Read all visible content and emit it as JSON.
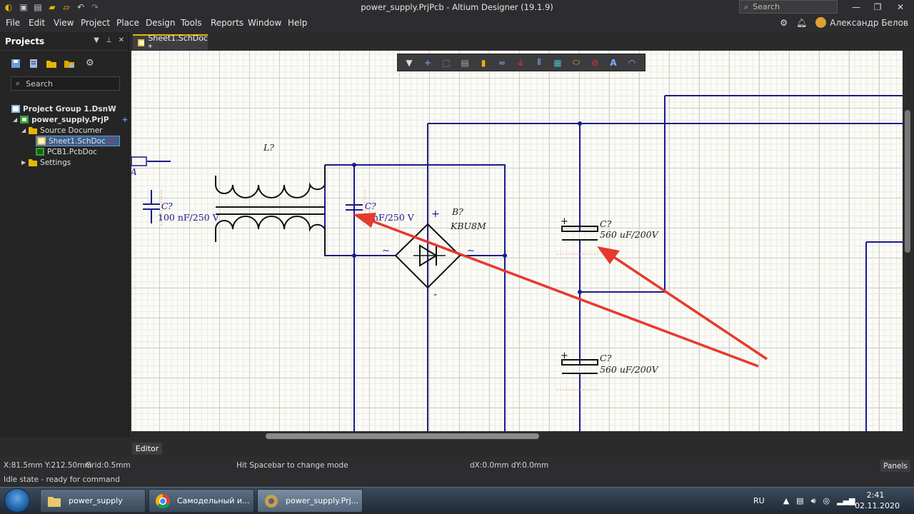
{
  "window": {
    "title": "power_supply.PrjPcb - Altium Designer (19.1.9)",
    "search_placeholder": "Search"
  },
  "menu": [
    "File",
    "Edit",
    "View",
    "Project",
    "Place",
    "Design",
    "Tools",
    "Reports",
    "Window",
    "Help"
  ],
  "user": {
    "name": "Александр Белов"
  },
  "projects_panel": {
    "title": "Projects",
    "search_placeholder": "Search",
    "tree": [
      {
        "label": "Project Group 1.DsnW",
        "level": 0
      },
      {
        "label": "power_supply.PrjP",
        "level": 1
      },
      {
        "label": "Source Documer",
        "level": 2
      },
      {
        "label": "Sheet1.SchDoc",
        "level": 3,
        "selected": true
      },
      {
        "label": "PCB1.PcbDoc",
        "level": 3
      },
      {
        "label": "Settings",
        "level": 2
      }
    ]
  },
  "doc_tab": {
    "label": "Sheet1.SchDoc *"
  },
  "schematic": {
    "labels": {
      "inductor": "L?",
      "cap1_ref": "C?",
      "cap1_val": "100 nF/250 V",
      "cap2_ref": "C?",
      "cap2_val": "nF/250 V",
      "bridge_ref": "B?",
      "bridge_val": "KBU8M",
      "cap3_ref": "C?",
      "cap3_val": "560 uF/200V",
      "cap4_ref": "C?",
      "cap4_val": "560 uF/200V",
      "port": "A",
      "plus": "+",
      "minus": "-",
      "ac": "~"
    },
    "colors": {
      "wire": "#1a1a8c",
      "arrow": "#e53a2e",
      "grid": "#cfcfc6",
      "background": "#fbfbf7"
    }
  },
  "editor_tab": "Editor",
  "status": {
    "coords": "X:81.5mm Y:212.50mm",
    "grid": "Grid:0.5mm",
    "hint": "Hit Spacebar to change mode",
    "delta": "dX:0.0mm dY:0.0mm",
    "state": "Idle state - ready for command",
    "panels": "Panels"
  },
  "taskbar": {
    "items": [
      "power_supply",
      "Самодельный и...",
      "power_supply.Prj..."
    ],
    "lang": "RU",
    "time": "2:41",
    "date": "02.11.2020"
  }
}
